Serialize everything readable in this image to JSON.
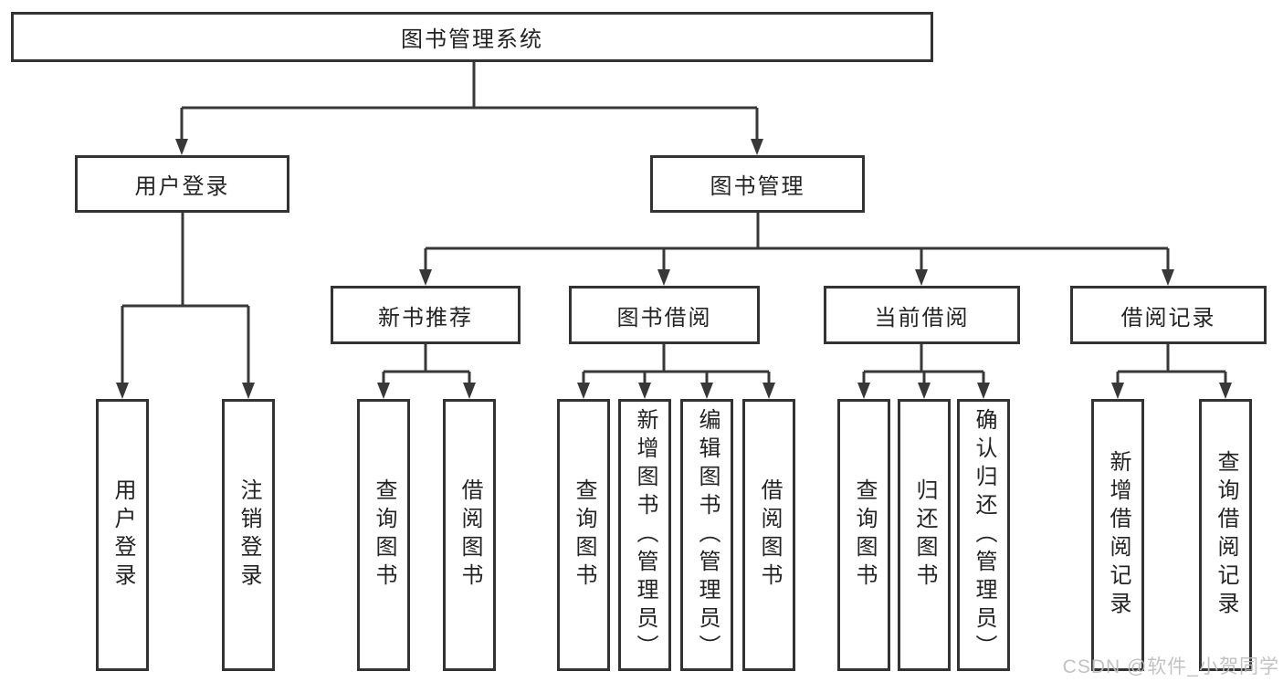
{
  "tree": {
    "label": "图书管理系统",
    "children": [
      {
        "label": "用户登录",
        "children": [
          {
            "label": "用户登录"
          },
          {
            "label": "注销登录"
          }
        ]
      },
      {
        "label": "图书管理",
        "children": [
          {
            "label": "新书推荐",
            "children": [
              {
                "label": "查询图书"
              },
              {
                "label": "借阅图书"
              }
            ]
          },
          {
            "label": "图书借阅",
            "children": [
              {
                "label": "查询图书"
              },
              {
                "label": "新增图书（管理员）"
              },
              {
                "label": "编辑图书（管理员）"
              },
              {
                "label": "借阅图书"
              }
            ]
          },
          {
            "label": "当前借阅",
            "children": [
              {
                "label": "查询图书"
              },
              {
                "label": "归还图书"
              },
              {
                "label": "确认归还（管理员）"
              }
            ]
          },
          {
            "label": "借阅记录",
            "children": [
              {
                "label": "新增借阅记录"
              },
              {
                "label": "查询借阅记录"
              }
            ]
          }
        ]
      }
    ]
  },
  "watermark": "CSDN @软件_小贺同学",
  "colors": {
    "line": "#383838",
    "border": "#333333",
    "text": "#232323",
    "background": "#ffffff",
    "watermark": "#bdbdbd"
  }
}
